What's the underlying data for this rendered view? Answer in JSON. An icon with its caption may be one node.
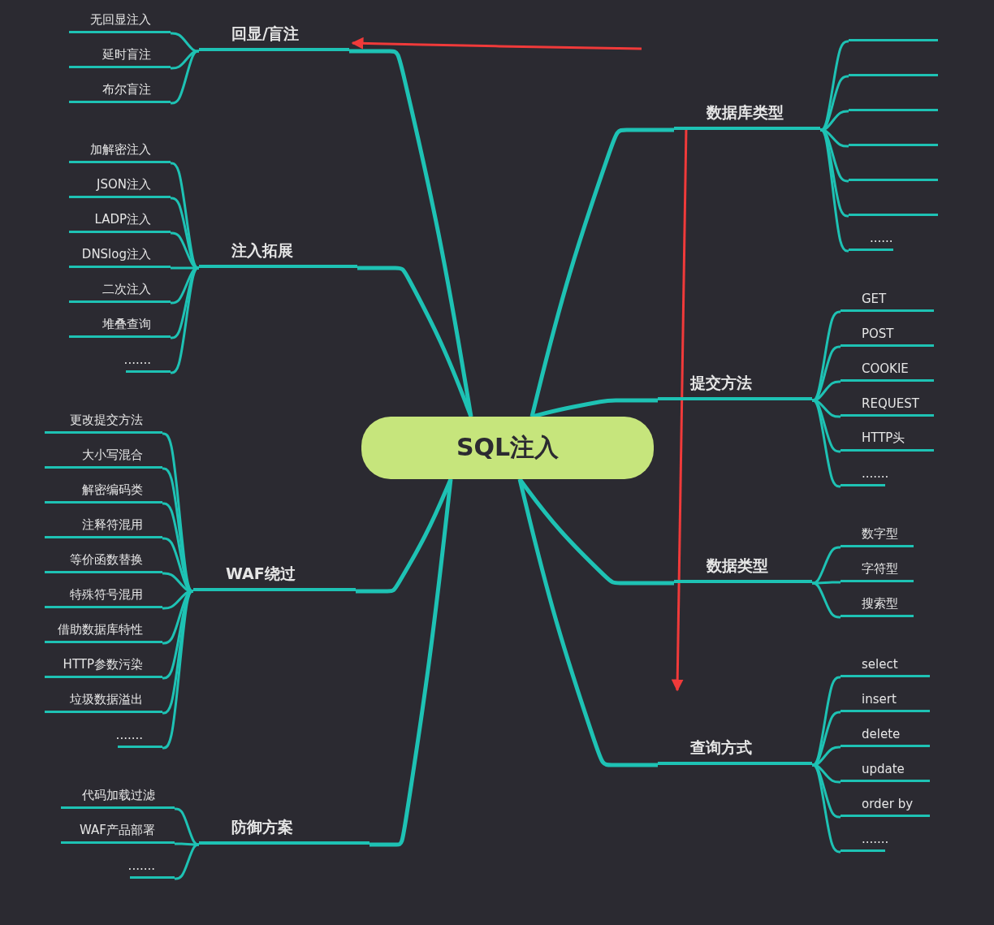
{
  "diagram": {
    "nodes": [
      {
        "text": [
          "SQL注入"
        ]
      },
      {
        "text": [
          "回显/盲注"
        ]
      },
      {
        "text": [
          "无回显注入"
        ]
      },
      {
        "text": [
          "延时盲注"
        ]
      },
      {
        "text": [
          "布尔盲注"
        ]
      },
      {
        "text": [
          "注入拓展"
        ]
      },
      {
        "text": [
          "加解密注入"
        ]
      },
      {
        "text": [
          "JSON注入"
        ]
      },
      {
        "text": [
          "LADP注入"
        ]
      },
      {
        "text": [
          "DNSlog注入"
        ]
      },
      {
        "text": [
          "二次注入"
        ]
      },
      {
        "text": [
          "堆叠查询"
        ]
      },
      {
        "text": [
          "......."
        ]
      },
      {
        "text": [
          "WAF绕过"
        ]
      },
      {
        "text": [
          "更改提交方法"
        ]
      },
      {
        "text": [
          "大小写混合"
        ]
      },
      {
        "text": [
          "解密编码类"
        ]
      },
      {
        "text": [
          "注释符混用"
        ]
      },
      {
        "text": [
          "等价函数替换"
        ]
      },
      {
        "text": [
          "特殊符号混用"
        ]
      },
      {
        "text": [
          "借助数据库特性"
        ]
      },
      {
        "text": [
          "HTTP参数污染"
        ]
      },
      {
        "text": [
          "垃圾数据溢出"
        ]
      },
      {
        "text": [
          "......."
        ]
      },
      {
        "text": [
          "防御方案"
        ]
      },
      {
        "text": [
          "代码加载过滤"
        ]
      },
      {
        "text": [
          "WAF产品部署"
        ]
      },
      {
        "text": [
          "......."
        ]
      },
      {
        "text": [
          "数据库类型"
        ]
      },
      {
        "text": [],
        "shape": "bar"
      },
      {
        "text": [],
        "shape": "bar"
      },
      {
        "text": [],
        "shape": "bar"
      },
      {
        "text": [],
        "shape": "bar"
      },
      {
        "text": [],
        "shape": "bar"
      },
      {
        "text": [],
        "shape": "bar"
      },
      {
        "text": [
          "......"
        ]
      },
      {
        "text": [
          "提交方法"
        ]
      },
      {
        "text": [
          "GET"
        ]
      },
      {
        "text": [
          "POST"
        ]
      },
      {
        "text": [
          "COOKIE"
        ]
      },
      {
        "text": [
          "REQUEST"
        ]
      },
      {
        "text": [
          "HTTP头"
        ]
      },
      {
        "text": [
          "......."
        ]
      },
      {
        "text": [
          "数据类型"
        ]
      },
      {
        "text": [
          "数字型"
        ]
      },
      {
        "text": [
          "字符型"
        ]
      },
      {
        "text": [
          "搜索型"
        ]
      },
      {
        "text": [
          "查询方式"
        ]
      },
      {
        "text": [
          "select"
        ]
      },
      {
        "text": [
          "insert"
        ]
      },
      {
        "text": [
          "delete"
        ]
      },
      {
        "text": [
          "update"
        ]
      },
      {
        "text": [
          "order by"
        ]
      },
      {
        "text": [
          "......."
        ]
      }
    ],
    "edges": [
      {
        "from": 0,
        "to": 1,
        "arrow": "none"
      },
      {
        "from": 1,
        "to": 2,
        "arrow": "none"
      },
      {
        "from": 1,
        "to": 3,
        "arrow": "none"
      },
      {
        "from": 1,
        "to": 4,
        "arrow": "none"
      },
      {
        "from": 0,
        "to": 5,
        "arrow": "none"
      },
      {
        "from": 5,
        "to": 6,
        "arrow": "none"
      },
      {
        "from": 5,
        "to": 7,
        "arrow": "none"
      },
      {
        "from": 5,
        "to": 8,
        "arrow": "none"
      },
      {
        "from": 5,
        "to": 9,
        "arrow": "none"
      },
      {
        "from": 5,
        "to": 10,
        "arrow": "none"
      },
      {
        "from": 5,
        "to": 11,
        "arrow": "none"
      },
      {
        "from": 5,
        "to": 12,
        "arrow": "none"
      },
      {
        "from": 0,
        "to": 13,
        "arrow": "none"
      },
      {
        "from": 13,
        "to": 14,
        "arrow": "none"
      },
      {
        "from": 13,
        "to": 15,
        "arrow": "none"
      },
      {
        "from": 13,
        "to": 16,
        "arrow": "none"
      },
      {
        "from": 13,
        "to": 17,
        "arrow": "none"
      },
      {
        "from": 13,
        "to": 18,
        "arrow": "none"
      },
      {
        "from": 13,
        "to": 19,
        "arrow": "none"
      },
      {
        "from": 13,
        "to": 20,
        "arrow": "none"
      },
      {
        "from": 13,
        "to": 21,
        "arrow": "none"
      },
      {
        "from": 13,
        "to": 22,
        "arrow": "none"
      },
      {
        "from": 13,
        "to": 23,
        "arrow": "none"
      },
      {
        "from": 0,
        "to": 24,
        "arrow": "none"
      },
      {
        "from": 24,
        "to": 25,
        "arrow": "none"
      },
      {
        "from": 24,
        "to": 26,
        "arrow": "none"
      },
      {
        "from": 24,
        "to": 27,
        "arrow": "none"
      },
      {
        "from": 0,
        "to": 28,
        "arrow": "none"
      },
      {
        "from": 28,
        "to": 29,
        "arrow": "none"
      },
      {
        "from": 28,
        "to": 30,
        "arrow": "none"
      },
      {
        "from": 28,
        "to": 31,
        "arrow": "none"
      },
      {
        "from": 28,
        "to": 32,
        "arrow": "none"
      },
      {
        "from": 28,
        "to": 33,
        "arrow": "none"
      },
      {
        "from": 28,
        "to": 34,
        "arrow": "none"
      },
      {
        "from": 28,
        "to": 35,
        "arrow": "none"
      },
      {
        "from": 0,
        "to": 36,
        "arrow": "none"
      },
      {
        "from": 36,
        "to": 37,
        "arrow": "none"
      },
      {
        "from": 36,
        "to": 38,
        "arrow": "none"
      },
      {
        "from": 36,
        "to": 39,
        "arrow": "none"
      },
      {
        "from": 36,
        "to": 40,
        "arrow": "none"
      },
      {
        "from": 36,
        "to": 41,
        "arrow": "none"
      },
      {
        "from": 36,
        "to": 42,
        "arrow": "none"
      },
      {
        "from": 0,
        "to": 43,
        "arrow": "none"
      },
      {
        "from": 43,
        "to": 44,
        "arrow": "none"
      },
      {
        "from": 43,
        "to": 45,
        "arrow": "none"
      },
      {
        "from": 43,
        "to": 46,
        "arrow": "none"
      },
      {
        "from": 0,
        "to": 47,
        "arrow": "none"
      },
      {
        "from": 47,
        "to": 48,
        "arrow": "none"
      },
      {
        "from": 47,
        "to": 49,
        "arrow": "none"
      },
      {
        "from": 47,
        "to": 50,
        "arrow": "none"
      },
      {
        "from": 47,
        "to": 51,
        "arrow": "none"
      },
      {
        "from": 47,
        "to": 52,
        "arrow": "none"
      },
      {
        "from": 47,
        "to": 53,
        "arrow": "none"
      },
      {
        "from": null,
        "to": 1,
        "arrow": "to",
        "color": "#f03a3a"
      },
      {
        "from": 28,
        "to": null,
        "arrow": "to",
        "color": "#f03a3a"
      }
    ]
  }
}
